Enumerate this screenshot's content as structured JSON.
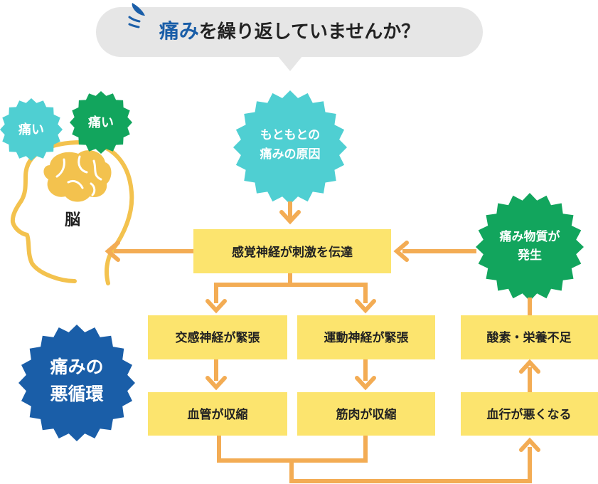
{
  "header": {
    "highlight": "痛み",
    "rest": "を繰り返していませんか？"
  },
  "bursts": {
    "pain_left": "痛い",
    "pain_right": "痛い",
    "origin_line1": "もともとの",
    "origin_line2": "痛みの原因",
    "substance_line1": "痛み物質が",
    "substance_line2": "発生",
    "cycle_line1": "痛みの",
    "cycle_line2": "悪循環"
  },
  "brain_label": "脳",
  "boxes": {
    "sensory_nerve": "感覚神経が刺激を伝達",
    "sympathetic": "交感神経が緊張",
    "motor": "運動神経が緊張",
    "vessel": "血管が収縮",
    "muscle": "筋肉が収縮",
    "blood_flow": "血行が悪くなる",
    "acid": "酸素・栄養不足"
  },
  "colors": {
    "teal": "#4fcfd2",
    "green": "#12a55d",
    "navy": "#1a5ea8",
    "box_fill": "#fce46e",
    "arrow": "#f3ac54",
    "head_outline": "#f3c24e",
    "brain": "#f3c24e",
    "bubble": "#e6e6e6",
    "accent_blue": "#1a5ea8"
  }
}
